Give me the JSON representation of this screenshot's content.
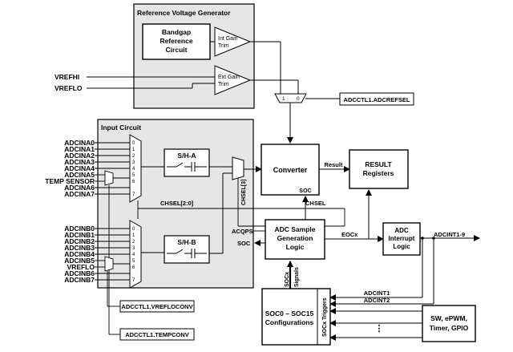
{
  "ref_gen": {
    "title": "Reference Voltage Generator",
    "bandgap_line1": "Bandgap",
    "bandgap_line2": "Reference",
    "bandgap_line3": "Circuit",
    "int_gain_line1": "Int Gain",
    "int_gain_line2": "Trim",
    "ext_gain_line1": "Ext Gain",
    "ext_gain_line2": "Trim",
    "mux_1": "1",
    "mux_0": "0"
  },
  "signals": {
    "vrefhi": "VREFHI",
    "vreflo": "VREFLO",
    "adcrefsel": "ADCCTL1.ADCREFSEL",
    "vrefloconv": "ADCCTL1.VREFLOCONV",
    "tempconv": "ADCCTL1.TEMPCONV",
    "chsel_bus": "CHSEL[2:0]",
    "chsel": "CHSEL",
    "chsel_bit": "CHSEL[3]",
    "result": "Result",
    "soc": "SOC",
    "acqps": "ACQPS",
    "soc2": "SOC",
    "eocx": "EOCx",
    "adcint_out": "ADCINT1-9",
    "adcint1": "ADCINT1",
    "adcint2": "ADCINT2",
    "socx_signals_1": "SOCx",
    "socx_signals_2": "Signals",
    "socx_triggers": "SOCx Triggers",
    "dots": "⋮"
  },
  "input_circuit": {
    "title": "Input Circuit",
    "sha": "S/H-A",
    "shb": "S/H-B",
    "group_a": [
      "ADCINA0",
      "ADCINA1",
      "ADCINA2",
      "ADCINA3",
      "ADCINA4",
      "ADCINA5",
      "TEMP SENSOR",
      "ADCINA6",
      "ADCINA7"
    ],
    "group_b": [
      "ADCINB0",
      "ADCINB1",
      "ADCINB2",
      "ADCINB3",
      "ADCINB4",
      "ADCINB5",
      "VREFLO",
      "ADCINB6",
      "ADCINB7"
    ],
    "mux_nums": [
      "0",
      "1",
      "2",
      "3",
      "4",
      "5",
      "6",
      "7"
    ]
  },
  "blocks": {
    "converter": "Converter",
    "result_1": "RESULT",
    "result_2": "Registers",
    "adc_sample_1": "ADC Sample",
    "adc_sample_2": "Generation",
    "adc_sample_3": "Logic",
    "adc_int_1": "ADC",
    "adc_int_2": "Interrupt",
    "adc_int_3": "Logic",
    "soc_cfg_1": "SOC0 – SOC15",
    "soc_cfg_2": "Configurations",
    "sw_1": "SW, ePWM,",
    "sw_2": "Timer, GPIO"
  }
}
